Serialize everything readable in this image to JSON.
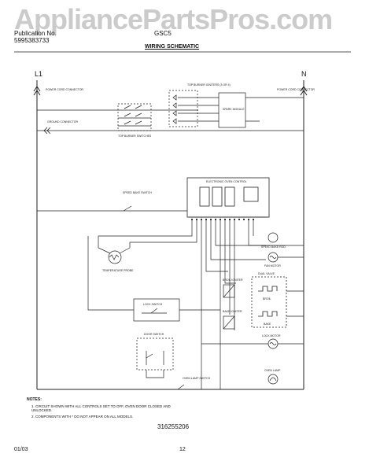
{
  "watermark": "AppliancePartsPros.com",
  "header": {
    "publication_label": "Publication No.",
    "publication_number": "5995383733",
    "model": "GSC5"
  },
  "title": "WIRING SCHEMATIC",
  "legs": {
    "left": "L1",
    "right": "N"
  },
  "labels": {
    "power_cord_left": "POWER CORD CONNECTOR",
    "power_cord_right": "POWER CORD CONNECTOR",
    "ground": "GROUND CONNECTOR",
    "top_burner_switches": "TOP BURNER SWITCHES",
    "top_burner_igniters": "TOP BURNER IGNITERS (3 OR 4)",
    "spark_module": "SPARK MODULE",
    "control": "ELECTRONIC OVEN CONTROL",
    "speed_bake_switch": "SPEED BAKE SWITCH",
    "speed_bake_rod": "SPEED BAKE ROD",
    "fan_motor": "FAN MOTOR",
    "temperature_probe": "TEMPERATURE PROBE",
    "lock_switch": "LOCK SWITCH",
    "lock_motor": "LOCK MOTOR",
    "door_switch": "DOOR SWITCH",
    "broil_igniter": "BROIL IGNITER",
    "bake_igniter": "BAKE IGNITER",
    "dual_valve": "DUAL VALVE",
    "oven_lamp_switch": "OVEN LAMP SWITCH",
    "oven_lamp": "OVEN LAMP",
    "broil": "BROIL",
    "bake": "BAKE"
  },
  "notes": {
    "heading": "NOTES:",
    "items": [
      "1. CIRCUIT SHOWN WITH ALL CONTROLS SET TO OFF, OVEN DOOR CLOSED AND UNLOCKED.",
      "2. COMPONENTS WITH * DO NOT APPEAR ON ALL MODELS."
    ]
  },
  "part_number": "316255206",
  "footer": {
    "date": "01/03",
    "page": "12"
  }
}
